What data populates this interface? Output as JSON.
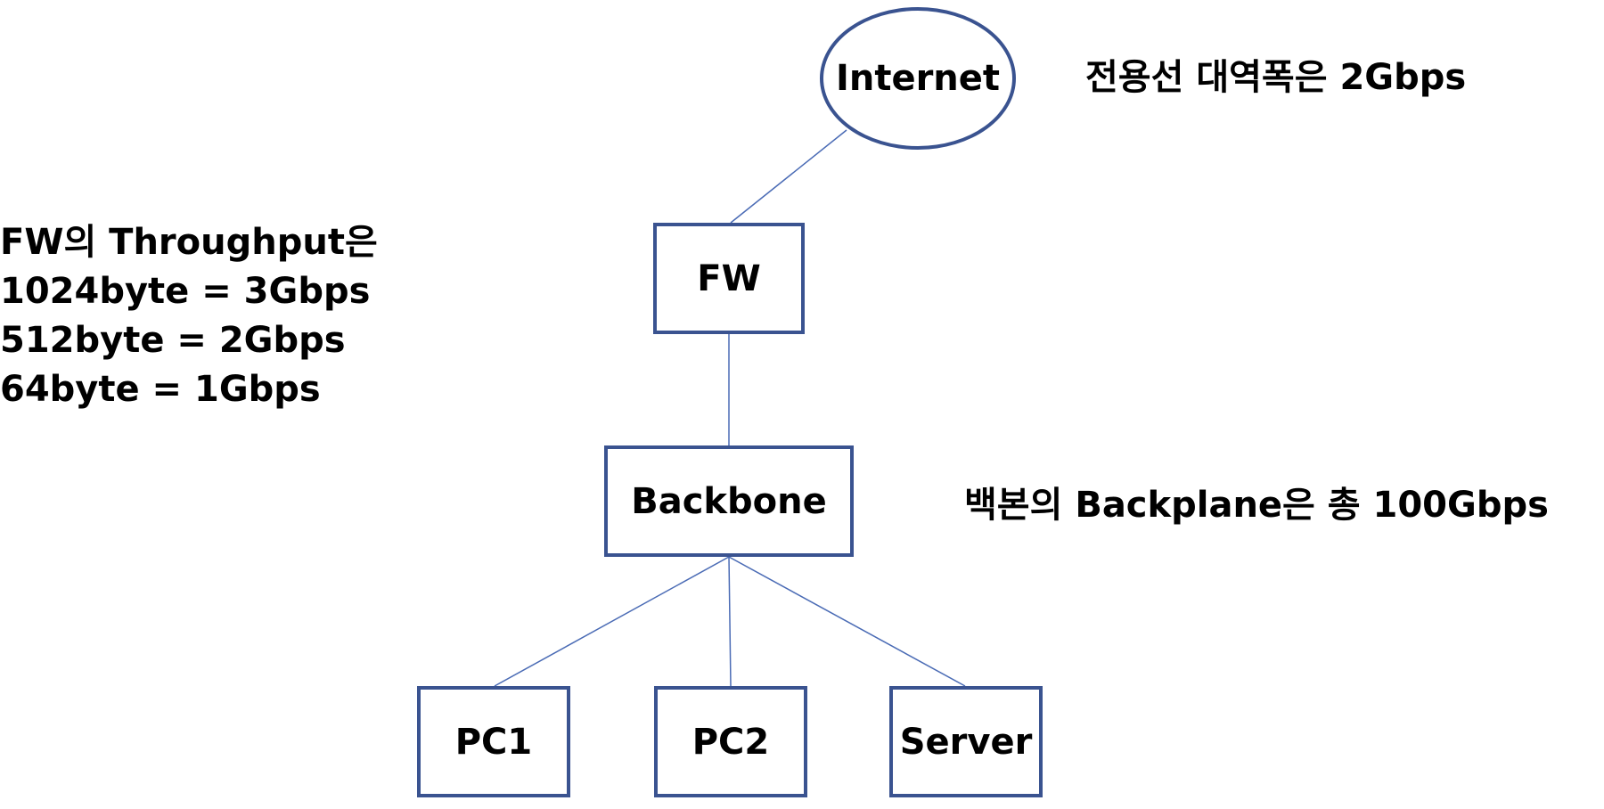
{
  "diagram": {
    "nodes": {
      "internet": {
        "label": "Internet"
      },
      "fw": {
        "label": "FW"
      },
      "backbone": {
        "label": "Backbone"
      },
      "pc1": {
        "label": "PC1"
      },
      "pc2": {
        "label": "PC2"
      },
      "server": {
        "label": "Server"
      }
    },
    "edges": [
      {
        "from": "internet",
        "to": "fw"
      },
      {
        "from": "fw",
        "to": "backbone"
      },
      {
        "from": "backbone",
        "to": "pc1"
      },
      {
        "from": "backbone",
        "to": "pc2"
      },
      {
        "from": "backbone",
        "to": "server"
      }
    ],
    "notes": {
      "line_bandwidth": "전용선 대역폭은 2Gbps",
      "fw_throughput": [
        "FW의 Throughput은",
        "1024byte = 3Gbps",
        "512byte = 2Gbps",
        "64byte = 1Gbps"
      ],
      "backplane": "백본의 Backplane은 총 100Gbps"
    },
    "colors": {
      "node_border": "#3a5390",
      "edge": "#4a6bb5"
    }
  }
}
